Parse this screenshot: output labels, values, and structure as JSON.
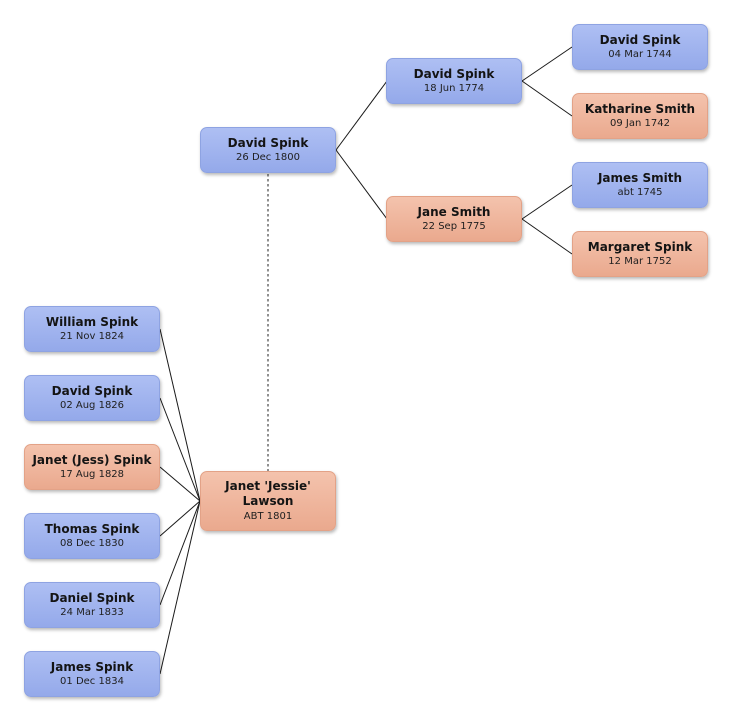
{
  "people": {
    "david_1800": {
      "name": "David Spink",
      "date": "26 Dec 1800"
    },
    "david_1774": {
      "name": "David Spink",
      "date": "18 Jun 1774"
    },
    "jane_1775": {
      "name": "Jane Smith",
      "date": "22 Sep 1775"
    },
    "david_1744": {
      "name": "David Spink",
      "date": "04 Mar 1744"
    },
    "katharine_1742": {
      "name": "Katharine Smith",
      "date": "09 Jan 1742"
    },
    "james_1745": {
      "name": "James Smith",
      "date": "abt 1745"
    },
    "margaret_1752": {
      "name": "Margaret Spink",
      "date": "12 Mar 1752"
    },
    "janet_1801": {
      "name_line1": "Janet 'Jessie'",
      "name_line2": "Lawson",
      "date": "ABT 1801"
    }
  },
  "children": [
    {
      "name": "William Spink",
      "date": "21 Nov 1824"
    },
    {
      "name": "David Spink",
      "date": "02 Aug 1826"
    },
    {
      "name": "Janet (Jess) Spink",
      "date": "17 Aug 1828"
    },
    {
      "name": "Thomas Spink",
      "date": "08 Dec 1830"
    },
    {
      "name": "Daniel Spink",
      "date": "24 Mar 1833"
    },
    {
      "name": "James Spink",
      "date": "01 Dec 1834"
    }
  ],
  "colors": {
    "male": "#9fb2ef",
    "female": "#efb59d",
    "line": "#000000"
  }
}
